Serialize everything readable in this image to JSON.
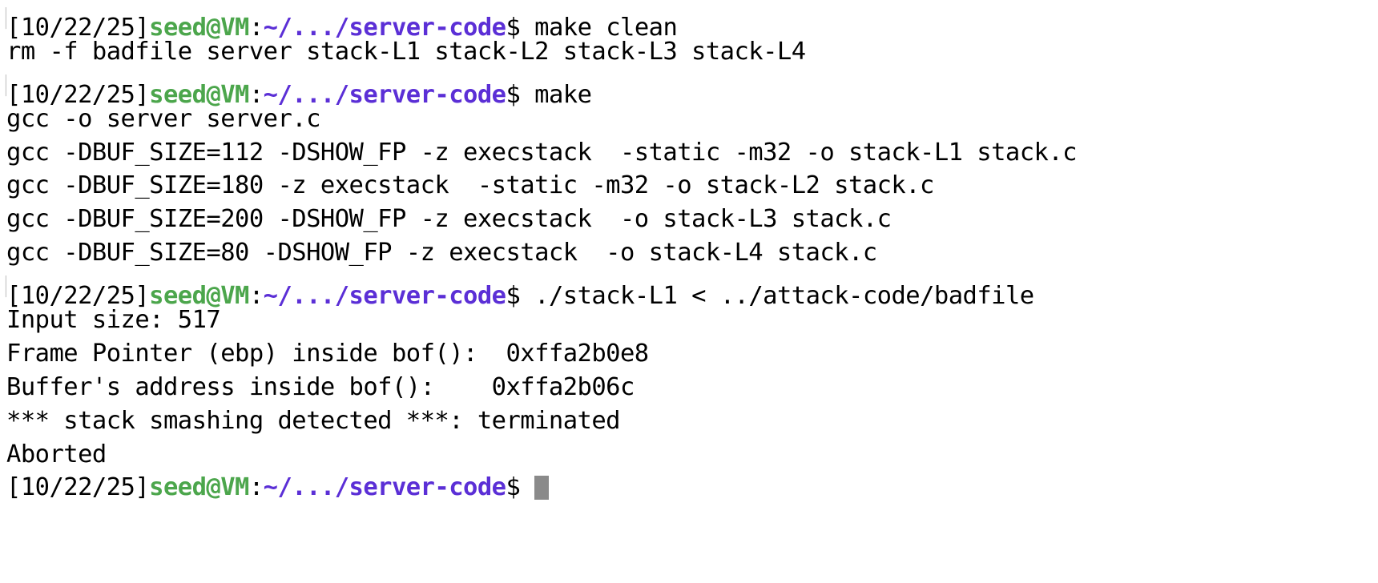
{
  "terminal": {
    "colors": {
      "background": "#ffffff",
      "foreground": "#000000",
      "user_host": "#4ca64c",
      "path": "#5b2fd6",
      "cursor": "#8a8a8a",
      "clipped_glyph": "#b9b9b9"
    },
    "prompt": {
      "date": "[10/22/25]",
      "user_host": "seed@VM",
      "colon": ":",
      "path": "~/.../server-code",
      "sigil": "$ ",
      "clipped_left_bracket": "["
    },
    "lines": [
      {
        "type": "prompt",
        "command": "make clean"
      },
      {
        "type": "output",
        "text": "rm -f badfile server stack-L1 stack-L2 stack-L3 stack-L4"
      },
      {
        "type": "prompt",
        "command": "make"
      },
      {
        "type": "output",
        "text": "gcc -o server server.c"
      },
      {
        "type": "output",
        "text": "gcc -DBUF_SIZE=112 -DSHOW_FP -z execstack  -static -m32 -o stack-L1 stack.c"
      },
      {
        "type": "output",
        "text": "gcc -DBUF_SIZE=180 -z execstack  -static -m32 -o stack-L2 stack.c"
      },
      {
        "type": "output",
        "text": "gcc -DBUF_SIZE=200 -DSHOW_FP -z execstack  -o stack-L3 stack.c"
      },
      {
        "type": "output",
        "text": "gcc -DBUF_SIZE=80 -DSHOW_FP -z execstack  -o stack-L4 stack.c"
      },
      {
        "type": "prompt",
        "command": "./stack-L1 < ../attack-code/badfile"
      },
      {
        "type": "output",
        "text": "Input size: 517"
      },
      {
        "type": "output",
        "text": "Frame Pointer (ebp) inside bof():  0xffa2b0e8"
      },
      {
        "type": "output",
        "text": "Buffer's address inside bof():    0xffa2b06c"
      },
      {
        "type": "output",
        "text": "*** stack smashing detected ***: terminated"
      },
      {
        "type": "output",
        "text": "Aborted"
      },
      {
        "type": "prompt-cursor",
        "command": ""
      }
    ],
    "values": {
      "input_size": "517",
      "frame_pointer": "0xffa2b0e8",
      "buffer_address": "0xffa2b06c",
      "buf_size_l1": "112",
      "buf_size_l2": "180",
      "buf_size_l3": "200",
      "buf_size_l4": "80"
    }
  }
}
